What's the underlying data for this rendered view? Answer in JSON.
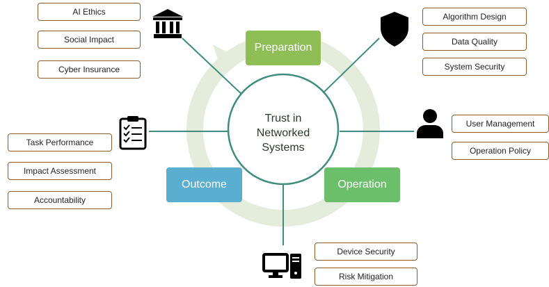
{
  "center": {
    "line1": "Trust in",
    "line2": "Networked",
    "line3": "Systems"
  },
  "phases": {
    "preparation": "Preparation",
    "operation": "Operation",
    "outcome": "Outcome"
  },
  "colors": {
    "preparation": "#8fbd56",
    "operation": "#6cbf6a",
    "outcome": "#5aaed0",
    "box_border": "#8b5a2b",
    "connector": "#3e8c7d",
    "cycle": "#e4ecdc"
  },
  "groups": {
    "governance": [
      "AI Ethics",
      "Social Impact",
      "Cyber Insurance"
    ],
    "security": [
      "Algorithm Design",
      "Data Quality",
      "System Security"
    ],
    "user": [
      "User Management",
      "Operation Policy"
    ],
    "evaluation": [
      "Task Performance",
      "Impact Assessment",
      "Accountability"
    ],
    "device": [
      "Device Security",
      "Risk Mitigation"
    ]
  },
  "icons": {
    "governance": "institution-icon",
    "security": "shield-icon",
    "user": "user-icon",
    "evaluation": "clipboard-checklist-icon",
    "device": "computer-icon"
  }
}
